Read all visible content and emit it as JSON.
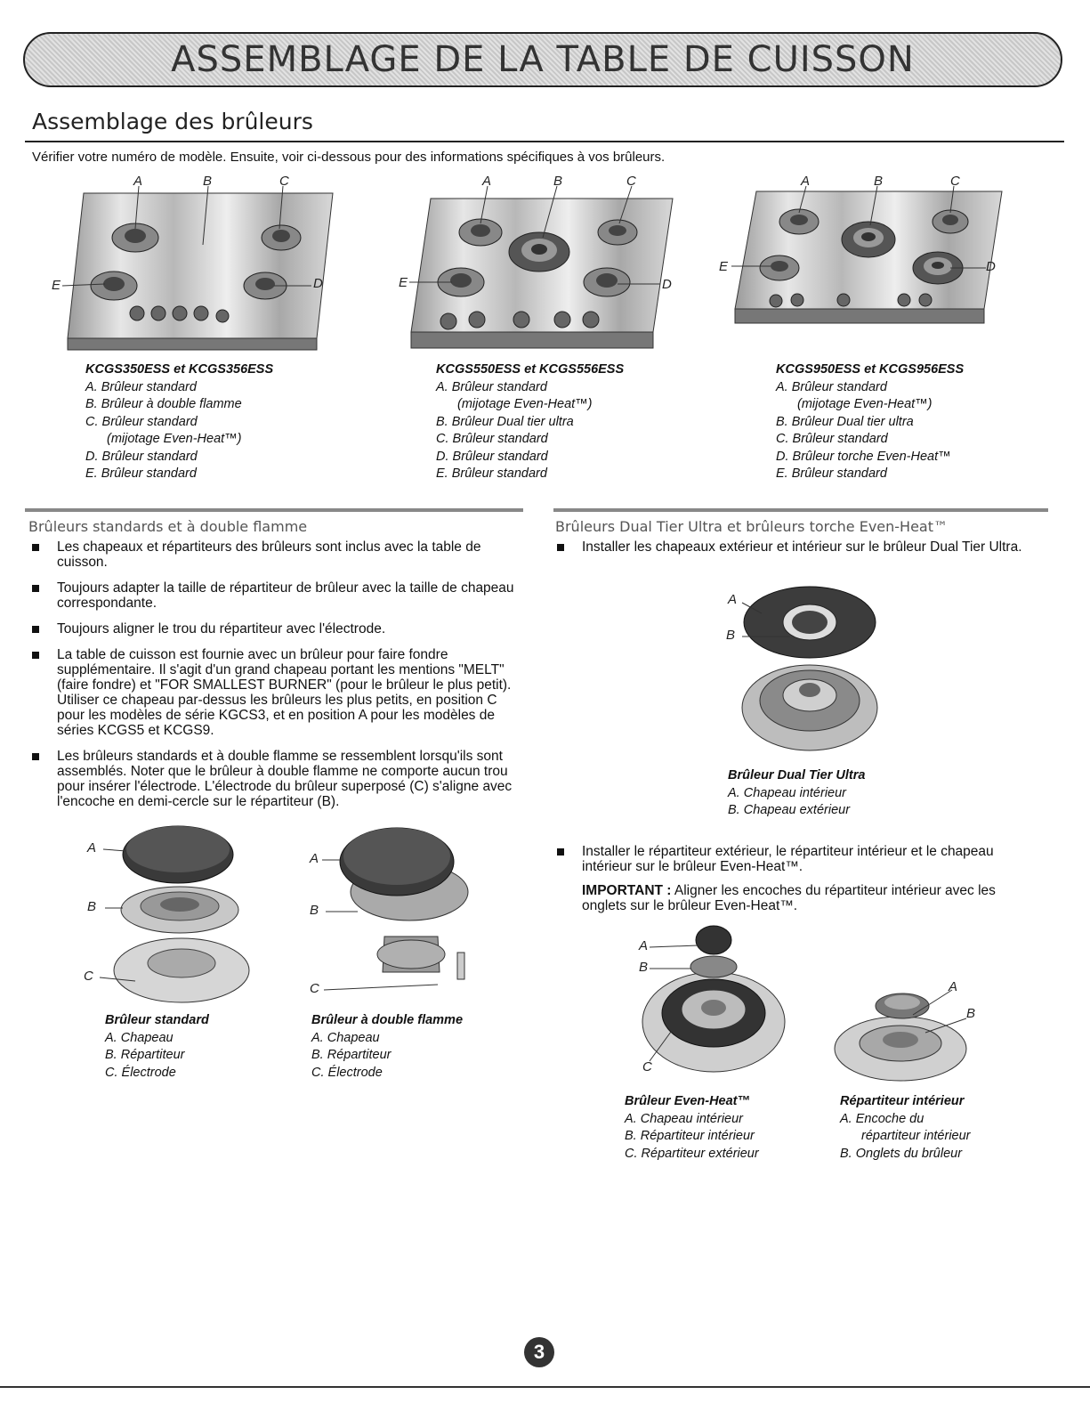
{
  "banner": "ASSEMBLAGE DE LA TABLE DE CUISSON",
  "section_title": "Assemblage des brûleurs",
  "intro": "Vérifier votre numéro de modèle. Ensuite, voir ci-dessous pour des informations spécifiques à vos brûleurs.",
  "letters": {
    "a": "A",
    "b": "B",
    "c": "C",
    "d": "D",
    "e": "E"
  },
  "models": [
    {
      "title": "KCGS350ESS et KCGS356ESS",
      "items": [
        "A. Brûleur standard",
        "B. Brûleur à double flamme",
        "C. Brûleur standard",
        "(mijotage Even-Heat™)",
        "D. Brûleur standard",
        "E. Brûleur standard"
      ]
    },
    {
      "title": "KCGS550ESS et KCGS556ESS",
      "items": [
        "A. Brûleur standard",
        "(mijotage Even-Heat™)",
        "B. Brûleur Dual tier ultra",
        "C. Brûleur standard",
        "D. Brûleur standard",
        "E. Brûleur standard"
      ]
    },
    {
      "title": "KCGS950ESS et KCGS956ESS",
      "items": [
        "A. Brûleur standard",
        "(mijotage Even-Heat™)",
        "B. Brûleur Dual tier ultra",
        "C. Brûleur standard",
        "D. Brûleur torche Even-Heat™",
        "E. Brûleur standard"
      ]
    }
  ],
  "left": {
    "heading": "Brûleurs standards et à double flamme",
    "bullets": [
      "Les chapeaux et répartiteurs des brûleurs sont inclus avec la table de cuisson.",
      "Toujours adapter la taille de répartiteur de brûleur avec la taille de chapeau correspondante.",
      "Toujours aligner le trou du répartiteur avec l'électrode.",
      "La table de cuisson est fournie avec un brûleur pour faire fondre supplémentaire. Il s'agit d'un grand chapeau portant les mentions \"MELT\" (faire fondre) et \"FOR SMALLEST BURNER\" (pour le brûleur le plus petit). Utiliser ce chapeau par-dessus les brûleurs les plus petits, en position C pour les modèles de série KGCS3, et en position A pour les modèles de séries KCGS5 et KCGS9.",
      "Les brûleurs standards et à double flamme se ressemblent lorsqu'ils sont assemblés. Noter que le brûleur à double flamme ne comporte aucun trou pour insérer l'électrode. L'électrode du brûleur superposé (C) s'aligne avec l'encoche en demi-cercle sur le répartiteur (B)."
    ],
    "fig1": {
      "title": "Brûleur standard",
      "items": [
        "A. Chapeau",
        "B. Répartiteur",
        "C. Électrode"
      ]
    },
    "fig2": {
      "title": "Brûleur à double flamme",
      "items": [
        "A. Chapeau",
        "B. Répartiteur",
        "C. Électrode"
      ]
    }
  },
  "right": {
    "heading": "Brûleurs Dual Tier Ultra et brûleurs torche Even-Heat™",
    "bullet1": "Installer les chapeaux extérieur et intérieur sur le brûleur Dual Tier Ultra.",
    "fig_dual": {
      "title": "Brûleur Dual Tier Ultra",
      "items": [
        "A. Chapeau intérieur",
        "B. Chapeau extérieur"
      ]
    },
    "bullet2": "Installer le répartiteur extérieur, le répartiteur intérieur et le chapeau intérieur sur le brûleur Even-Heat™.",
    "important_label": "IMPORTANT :",
    "important_text": " Aligner les encoches du répartiteur intérieur avec les onglets sur le brûleur Even-Heat™.",
    "fig_even": {
      "title": "Brûleur Even-Heat™",
      "items": [
        "A. Chapeau intérieur",
        "B. Répartiteur intérieur",
        "C. Répartiteur extérieur"
      ]
    },
    "fig_rep": {
      "title": "Répartiteur intérieur",
      "items": [
        "A. Encoche du",
        "répartiteur intérieur",
        "B. Onglets du brûleur"
      ]
    }
  },
  "page_number": "3"
}
